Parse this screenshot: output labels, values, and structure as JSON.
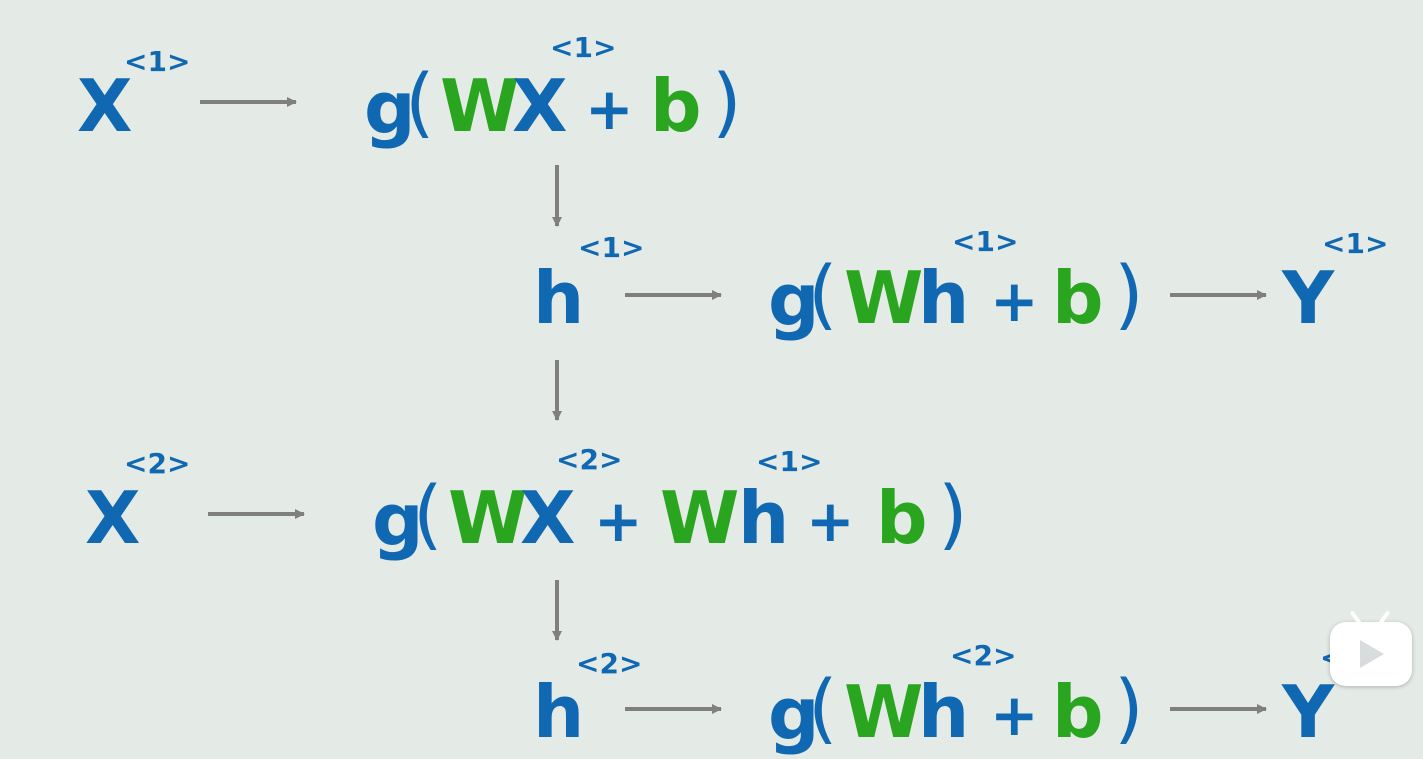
{
  "colors": {
    "background": "#e4ebe6",
    "variable_blue": "#1168b2",
    "weight_green": "#2aa520",
    "arrow_gray": "#7f7f7f"
  },
  "tokens": {
    "x": "X",
    "h": "h",
    "y": "Y",
    "g": "g",
    "w": "W",
    "b": "b",
    "plus": "+",
    "lparen": "(",
    "rparen": ")",
    "t1": "<1>",
    "t2": "<2>"
  },
  "icons": {
    "badge": "play-icon"
  }
}
